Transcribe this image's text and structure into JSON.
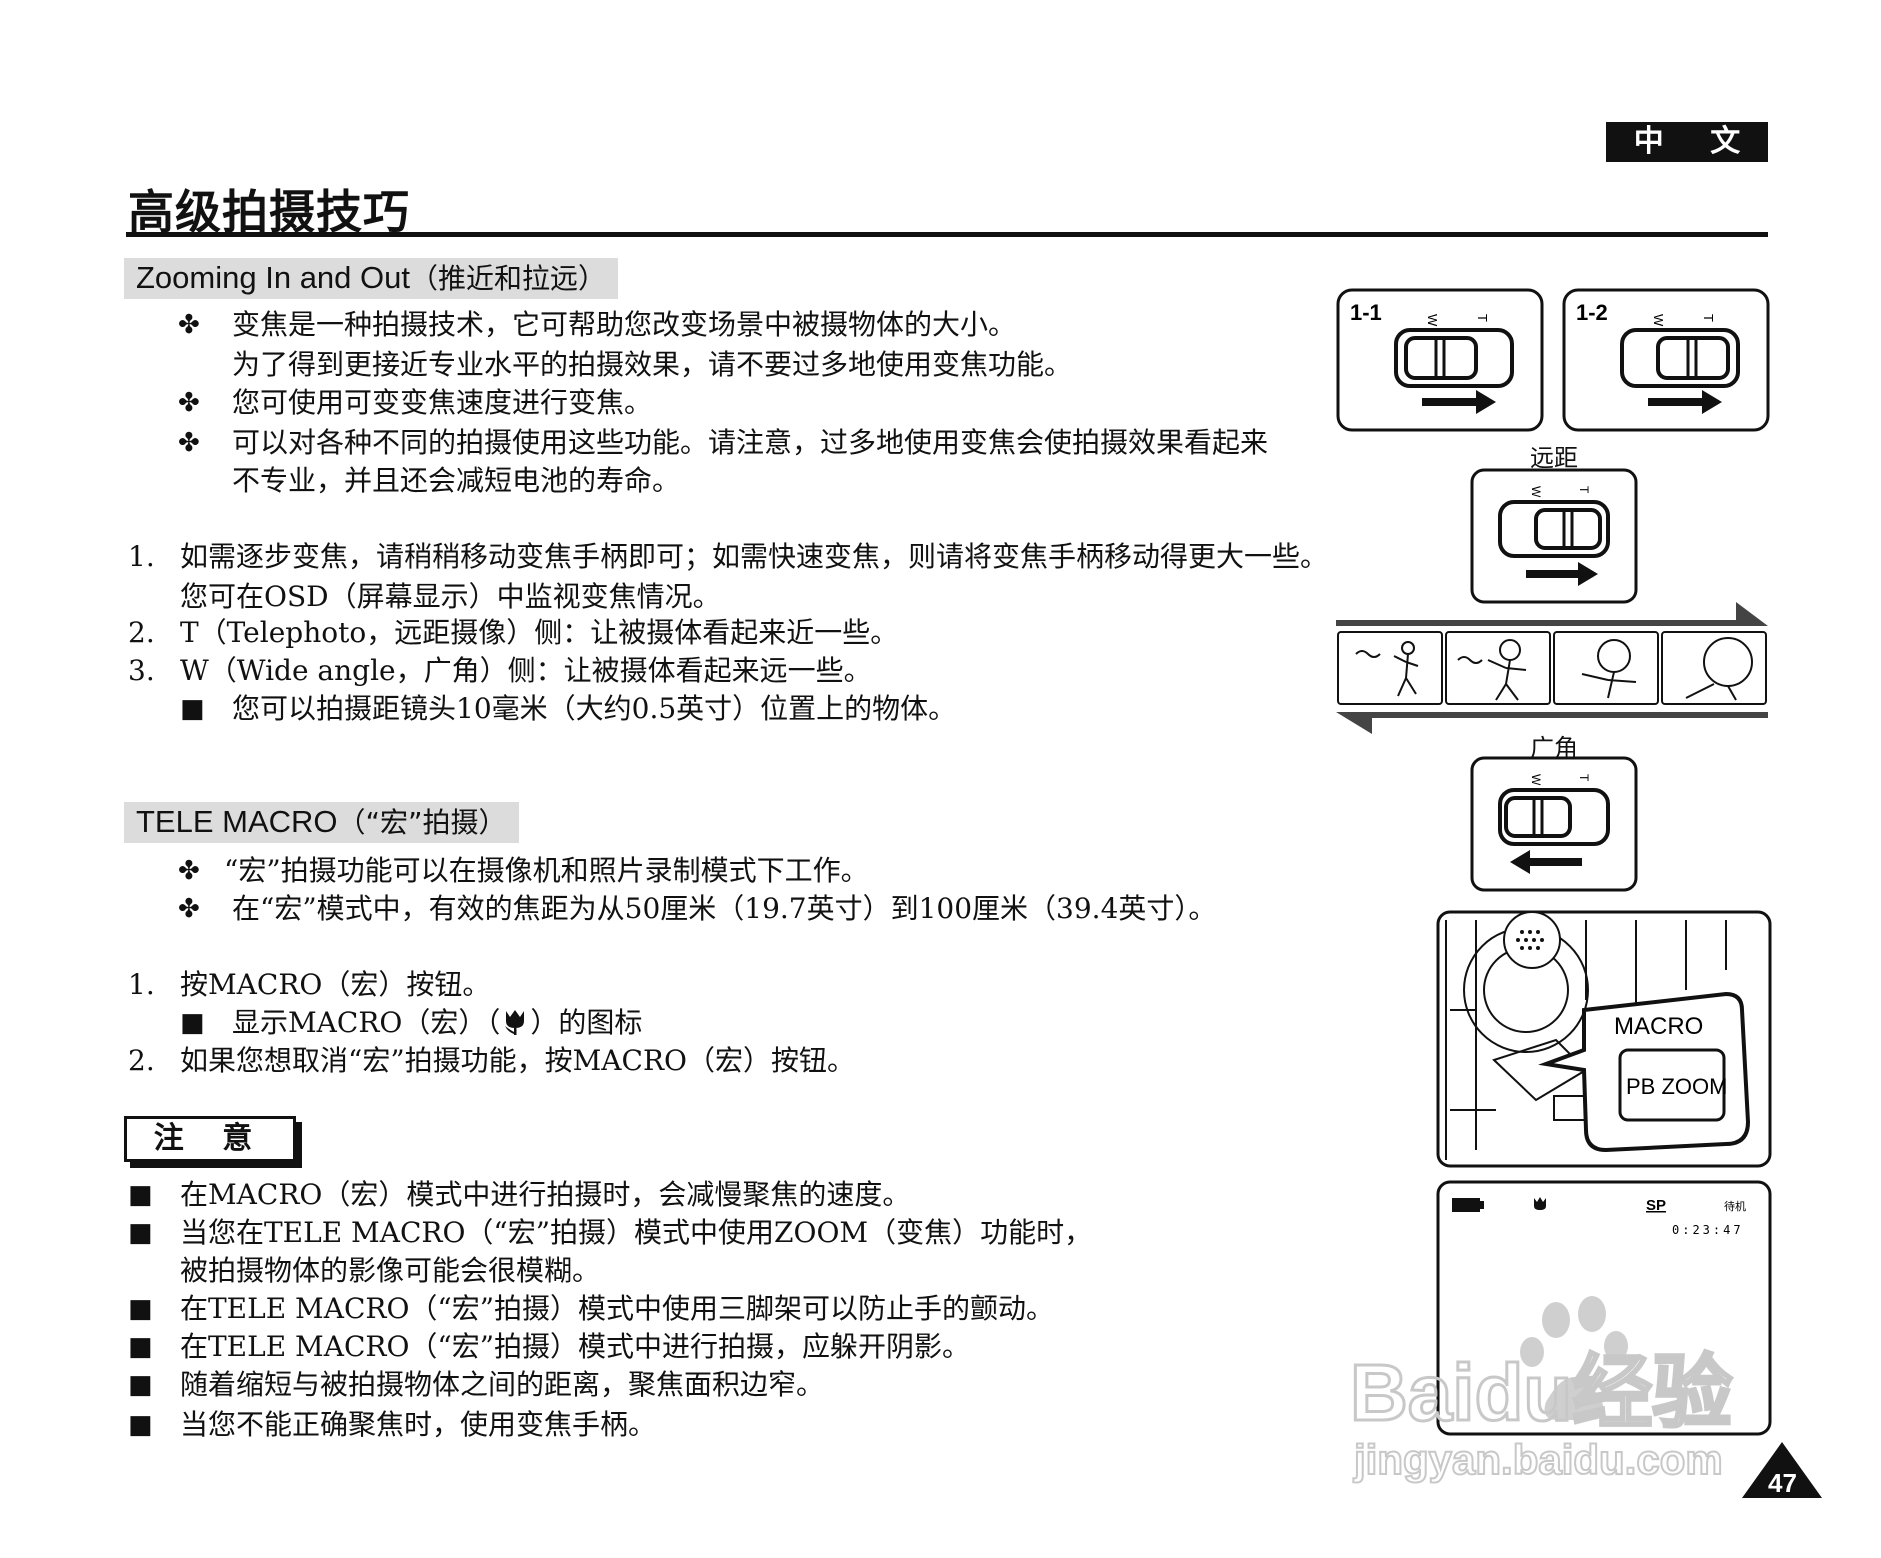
{
  "header": {
    "lang_tab": "中 文",
    "title": "高级拍摄技巧"
  },
  "zoom_section": {
    "heading_en": "Zooming In and Out",
    "heading_zh": "（推近和拉远）",
    "bullet_mark": "✤",
    "bullets": [
      "变焦是一种拍摄技术，它可帮助您改变场景中被摄物体的大小。",
      "为了得到更接近专业水平的拍摄效果，请不要过多地使用变焦功能。",
      "您可使用可变变焦速度进行变焦。",
      "可以对各种不同的拍摄使用这些功能。请注意，过多地使用变焦会使拍摄效果看起来",
      "不专业，并且还会减短电池的寿命。"
    ],
    "steps": [
      {
        "num": "1.",
        "text": "如需逐步变焦，请稍稍移动变焦手柄即可；如需快速变焦，则请将变焦手柄移动得更大一些。"
      },
      {
        "num": "",
        "text": "您可在OSD（屏幕显示）中监视变焦情况。"
      },
      {
        "num": "2.",
        "text": "T（Telephoto，远距摄像）侧：让被摄体看起来近一些。"
      },
      {
        "num": "3.",
        "text": "W（Wide angle，广角）侧：让被摄体看起来远一些。"
      }
    ],
    "sub_mark": "■",
    "sub_note": "您可以拍摄距镜头10毫米（大约0.5英寸）位置上的物体。"
  },
  "macro_section": {
    "heading_en": "TELE MACRO",
    "heading_zh": "（“宏”拍摄）",
    "bullets": [
      "“宏”拍摄功能可以在摄像机和照片录制模式下工作。",
      "在“宏”模式中，有效的焦距为从50厘米（19.7英寸）到100厘米（39.4英寸）。"
    ],
    "steps": [
      {
        "num": "1.",
        "text": "按MACRO（宏）按钮。"
      },
      {
        "num": "2.",
        "text": "如果您想取消“宏”拍摄功能，按MACRO（宏）按钮。"
      }
    ],
    "sub_note_before": "显示MACRO（宏）（",
    "sub_note_after": "）的图标"
  },
  "notes": {
    "label": "注 意",
    "mark": "■",
    "items": [
      "在MACRO（宏）模式中进行拍摄时，会减慢聚焦的速度。",
      "当您在TELE MACRO（“宏”拍摄）模式中使用ZOOM（变焦）功能时，",
      "被拍摄物体的影像可能会很模糊。",
      "在TELE MACRO（“宏”拍摄）模式中使用三脚架可以防止手的颤动。",
      "在TELE MACRO（“宏”拍摄）模式中进行拍摄，应躲开阴影。",
      "随着缩短与被拍摄物体之间的距离，聚焦面积边窄。",
      "当您不能正确聚焦时，使用变焦手柄。"
    ]
  },
  "figures": {
    "fig_1_1": "1-1",
    "fig_1_2": "1-2",
    "w_label": "W",
    "t_label": "T",
    "tele_caption": "远距",
    "wide_caption": "广角",
    "macro_button": "MACRO",
    "pbzoom_button": "PB ZOOM",
    "osd_sp": "SP",
    "osd_standby": "待机",
    "osd_time": "0:23:47"
  },
  "watermark": {
    "brand": "Baidu经验",
    "url": "jingyan.baidu.com"
  },
  "page_number": "47",
  "colors": {
    "ink": "#111111",
    "heading_bg": "#dcdcdc"
  }
}
